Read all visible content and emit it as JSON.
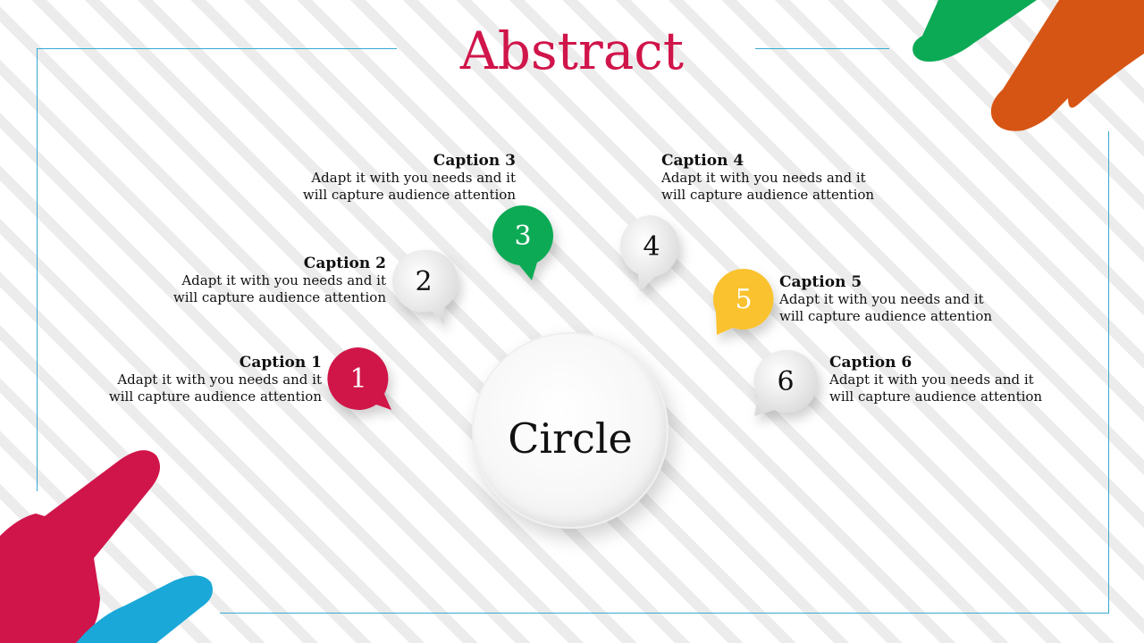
{
  "title": "Abstract",
  "center": {
    "label": "Circle"
  },
  "colors": {
    "frame": "#38a9cf",
    "title": "#d0154a",
    "crimson": "#d0154a",
    "green": "#0caa55",
    "yellow": "#f9c22d",
    "silver": "#e3e3e3",
    "orange": "#d75514",
    "blue": "#1aa8d8"
  },
  "items": [
    {
      "number": "1",
      "color": "crimson",
      "title": "Caption 1",
      "line1": "Adapt it with you needs and it",
      "line2": "will capture audience attention"
    },
    {
      "number": "2",
      "color": "silver",
      "title": "Caption 2",
      "line1": "Adapt it with you needs and it",
      "line2": "will capture audience attention"
    },
    {
      "number": "3",
      "color": "green",
      "title": "Caption 3",
      "line1": "Adapt it with you needs and it",
      "line2": "will capture audience attention"
    },
    {
      "number": "4",
      "color": "silver",
      "title": "Caption 4",
      "line1": "Adapt it with you needs and it",
      "line2": "will capture audience attention"
    },
    {
      "number": "5",
      "color": "yellow",
      "title": "Caption 5",
      "line1": "Adapt it with you needs and it",
      "line2": "will capture audience attention"
    },
    {
      "number": "6",
      "color": "silver",
      "title": "Caption 6",
      "line1": "Adapt it with you needs and it",
      "line2": "will capture audience attention"
    }
  ]
}
